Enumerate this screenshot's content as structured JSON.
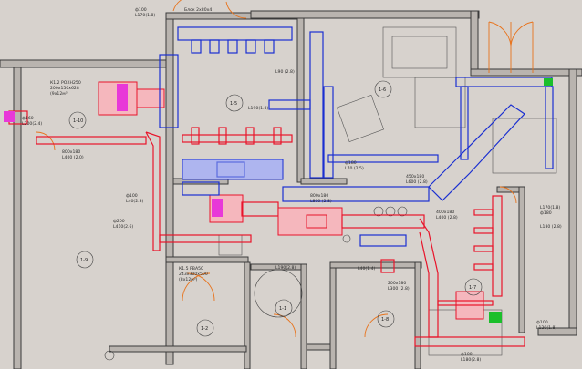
{
  "rooms": [
    {
      "id": "r110",
      "text": "1-10"
    },
    {
      "id": "r15",
      "text": "1-5"
    },
    {
      "id": "r16",
      "text": "1-6"
    },
    {
      "id": "r17",
      "text": "1-7"
    },
    {
      "id": "r18",
      "text": "1-8"
    },
    {
      "id": "r19",
      "text": "1-9"
    },
    {
      "id": "r11",
      "text": "1-1"
    },
    {
      "id": "r12",
      "text": "1-2"
    }
  ],
  "labels": [
    {
      "id": "l_k12",
      "text": "К1.2 РОХН250"
    },
    {
      "id": "l_k12b",
      "text": "200х150х628"
    },
    {
      "id": "l_k12c",
      "text": "(9х12м³)"
    },
    {
      "id": "l_k15",
      "text": "К1.5 РВА50"
    },
    {
      "id": "l_k15b",
      "text": "243х300х500"
    },
    {
      "id": "l_k15c",
      "text": "(8х12м³)"
    },
    {
      "id": "l_800",
      "text": "800х180"
    },
    {
      "id": "l_800b",
      "text": "L400 (2.0)"
    },
    {
      "id": "l_800r",
      "text": "800х180"
    },
    {
      "id": "l_800rb",
      "text": "L800 (2.8)"
    },
    {
      "id": "l_450",
      "text": "450х180"
    },
    {
      "id": "l_450b",
      "text": "L600 (2.8)"
    },
    {
      "id": "l_400",
      "text": "400х180"
    },
    {
      "id": "l_400b",
      "text": "L400 (2.8)"
    },
    {
      "id": "l_200",
      "text": "200х180"
    },
    {
      "id": "l_200b",
      "text": "L300 (2.8)"
    },
    {
      "id": "l_fi100a",
      "text": "ф100"
    },
    {
      "id": "l_fi100b",
      "text": "L40(2.3)"
    },
    {
      "id": "l_fi200",
      "text": "ф200"
    },
    {
      "id": "l_fi200b",
      "text": "L410(2.6)"
    },
    {
      "id": "l_fi160",
      "text": "ф160"
    },
    {
      "id": "l_fi160b",
      "text": "L200(2.4)"
    },
    {
      "id": "l_top1",
      "text": "ф100"
    },
    {
      "id": "l_top2",
      "text": "L170(1.8)"
    },
    {
      "id": "l_top3",
      "text": "Блок 2х80х4"
    },
    {
      "id": "l_top4",
      "text": "L90 (2.8)"
    },
    {
      "id": "l_top5",
      "text": "L190(1.8)"
    },
    {
      "id": "l_r1",
      "text": "ф180"
    },
    {
      "id": "l_r2",
      "text": "L70 (2.5)"
    },
    {
      "id": "l_r3",
      "text": "L170(1.8)"
    },
    {
      "id": "l_r4",
      "text": "ф180"
    },
    {
      "id": "l_r5",
      "text": "L180 (2.8)"
    },
    {
      "id": "l_b1",
      "text": "L190(2.8)"
    },
    {
      "id": "l_b2",
      "text": "L40(1.4)"
    },
    {
      "id": "l_b3",
      "text": "ф100"
    },
    {
      "id": "l_b4",
      "text": "L120(1.8)"
    },
    {
      "id": "l_b5",
      "text": "ф100"
    },
    {
      "id": "l_b6",
      "text": "L180(2.8)"
    }
  ]
}
